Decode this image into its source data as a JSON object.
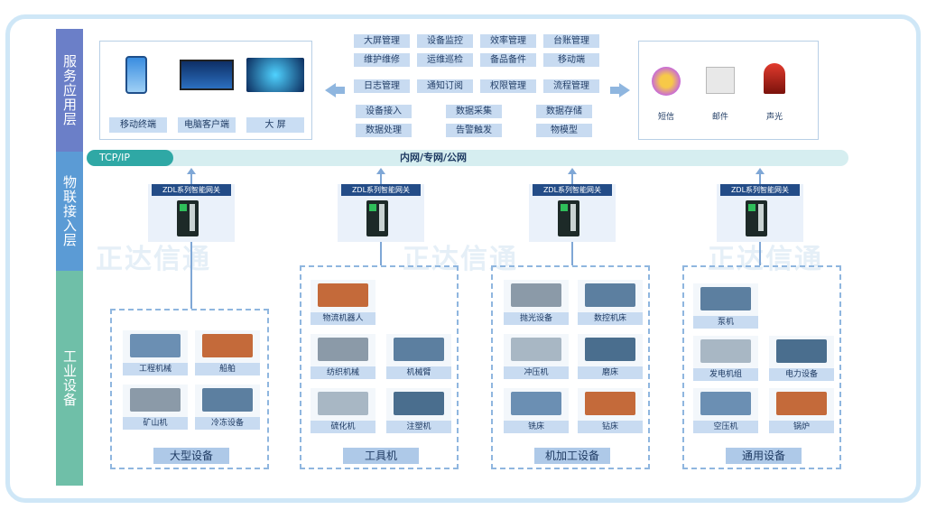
{
  "layers": {
    "service": "服务应用层",
    "iot": "物联接入层",
    "industrial": "工业设备"
  },
  "layer_colors": {
    "service": "#6b7fc8",
    "iot": "#5b9bd5",
    "industrial": "#6fbfa8"
  },
  "service_apps": [
    {
      "label": "移动终端",
      "icon": "mobile-phone-icon"
    },
    {
      "label": "电脑客户端",
      "icon": "desktop-monitor-icon"
    },
    {
      "label": "大 屏",
      "icon": "big-screen-icon"
    }
  ],
  "features_top": [
    "大屏管理",
    "设备监控",
    "效率管理",
    "台账管理",
    "维护维修",
    "运维巡检",
    "备品备件",
    "移动端"
  ],
  "features_mid": [
    "日志管理",
    "通知订阅",
    "权限管理",
    "流程管理"
  ],
  "features_bottom": [
    "设备接入",
    "数据采集",
    "数据存储",
    "数据处理",
    "告警触发",
    "物模型"
  ],
  "notifications": [
    {
      "label": "短信",
      "icon": "sms-icon"
    },
    {
      "label": "邮件",
      "icon": "mail-icon"
    },
    {
      "label": "声光",
      "icon": "alarm-light-icon"
    }
  ],
  "network": {
    "protocol": "TCP/IP",
    "label": "内网/专网/公网"
  },
  "gateway_label": "ZDL系列智能网关",
  "watermark": "正达信通",
  "device_groups": [
    {
      "title": "大型设备",
      "devices": [
        "工程机械",
        "船舶",
        "矿山机",
        "冷冻设备"
      ]
    },
    {
      "title": "工具机",
      "devices": [
        "物流机器人",
        "纺织机械",
        "机械臂",
        "硫化机",
        "注塑机"
      ]
    },
    {
      "title": "机加工设备",
      "devices": [
        "抛光设备",
        "数控机床",
        "冲压机",
        "磨床",
        "铣床",
        "钻床"
      ]
    },
    {
      "title": "通用设备",
      "devices": [
        "泵机",
        "发电机组",
        "电力设备",
        "空压机",
        "锅炉"
      ]
    }
  ]
}
